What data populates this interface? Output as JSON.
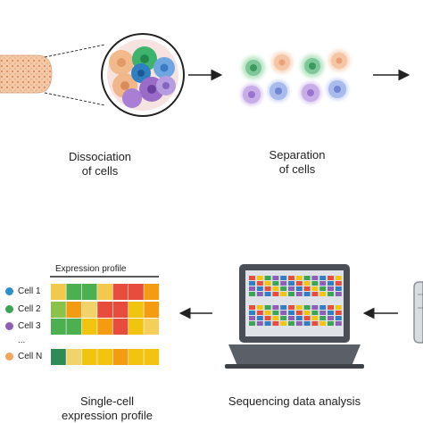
{
  "steps": {
    "dissociation": {
      "line1": "Dissociation",
      "line2": "of cells"
    },
    "separation": {
      "line1": "Separation",
      "line2": "of cells"
    },
    "analysis": {
      "line1": "Sequencing data analysis"
    },
    "profile": {
      "line1": "Single-cell",
      "line2": "expression profile"
    }
  },
  "heatmap": {
    "title": "Expression profile",
    "rows": [
      {
        "label": "Cell 1",
        "dot": "#2f8fc9",
        "cells": [
          "#f2c94c",
          "#4caf50",
          "#4caf50",
          "#f2c94c",
          "#e74c3c",
          "#e74c3c",
          "#f39c12"
        ]
      },
      {
        "label": "Cell 2",
        "dot": "#3aa655",
        "cells": [
          "#8bc34a",
          "#f39c12",
          "#f1d36b",
          "#e74c3c",
          "#e74c3c",
          "#f1c40f",
          "#f39c12"
        ]
      },
      {
        "label": "Cell 3",
        "dot": "#8e5fb5",
        "cells": [
          "#4caf50",
          "#4caf50",
          "#f1c40f",
          "#f39c12",
          "#e74c3c",
          "#f1c40f",
          "#f5cf5c"
        ]
      },
      {
        "label": "...",
        "dot": "",
        "cells": []
      },
      {
        "label": "Cell N",
        "dot": "#f2a65a",
        "cells": [
          "#2e8b57",
          "#f1d36b",
          "#f1c40f",
          "#f1c40f",
          "#f39c12",
          "#f1c40f",
          "#f1c40f"
        ]
      }
    ]
  },
  "colors": {
    "arrow": "#222222",
    "laptop_body": "#4a4f57",
    "laptop_screen": "#dfe3e8"
  }
}
